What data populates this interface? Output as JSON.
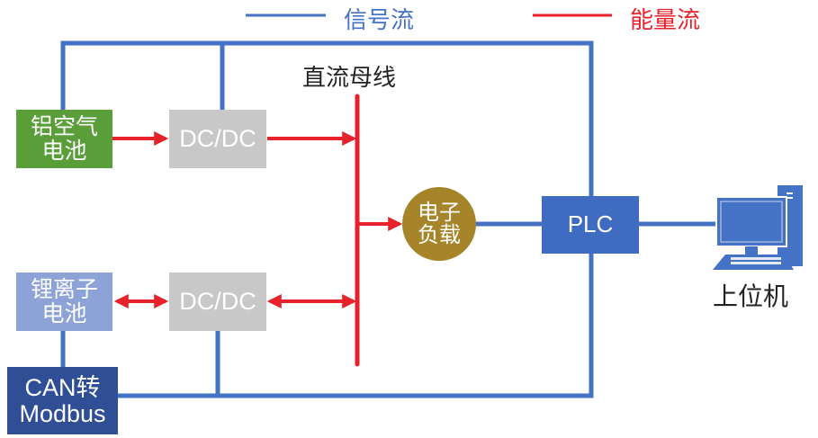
{
  "legend": {
    "signal_label": "信号流",
    "energy_label": "能量流",
    "signal_color": "#4472C4",
    "energy_color": "#E8222B"
  },
  "bus_label": "直流母线",
  "nodes": {
    "al_air_battery": {
      "line1": "铝空气",
      "line2": "电池",
      "color": "#5A9E3A"
    },
    "dcdc_top": {
      "label": "DC/DC",
      "color": "#C8C8C8"
    },
    "li_ion_battery": {
      "line1": "锂离子",
      "line2": "电池",
      "color": "#8DA3D8"
    },
    "dcdc_bottom": {
      "label": "DC/DC",
      "color": "#C8C8C8"
    },
    "can_modbus": {
      "line1": "CAN转",
      "line2": "Modbus",
      "color": "#2F4E96"
    },
    "electronic_load": {
      "line1": "电子",
      "line2": "负载",
      "color": "#A6852A"
    },
    "plc": {
      "label": "PLC",
      "color": "#3F6BC0"
    },
    "host_pc": {
      "label": "上位机",
      "icon": "desktop-computer-icon",
      "color": "#4472C4"
    }
  }
}
